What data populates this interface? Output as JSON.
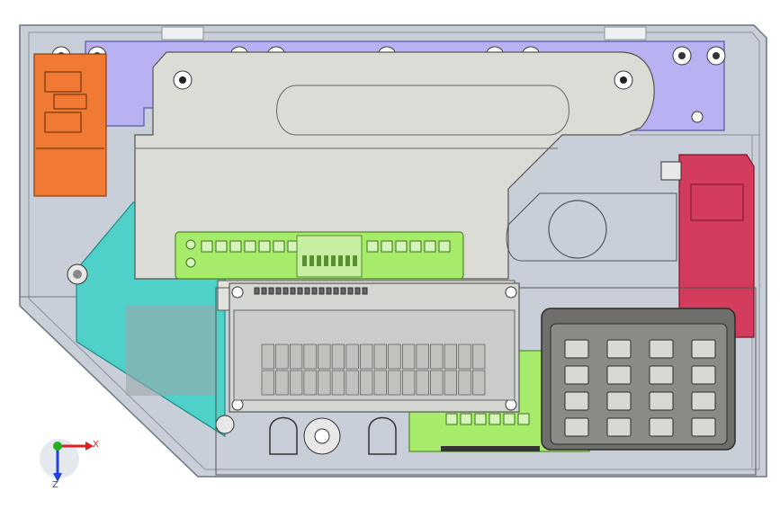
{
  "viewport": {
    "background": "#ffffff",
    "enclosure_fill": "#c9cfd9",
    "enclosure_stroke": "#6c7480"
  },
  "parts": {
    "top_rail_color": "#b9b2f2",
    "mount_plate_color": "#dcdcd6",
    "fuse_holder_color": "#f07a34",
    "fan_color": "#4fd0c8",
    "pcb_color": "#a6ec6a",
    "connector_color": "#d33c5c",
    "lcd_frame_color": "#d4d6d2",
    "lcd_screen_color": "#c9ccc8",
    "keypad_body_color": "#6e6f6a",
    "keypad_key_color": "#d8d8d4",
    "keypad_rows": 4,
    "keypad_cols": 4,
    "lcd_char_rows": 2,
    "lcd_char_cols": 16
  },
  "axis_triad": {
    "x_label": "X",
    "z_label": "Z",
    "x_color": "#e02020",
    "y_color": "#20b020",
    "z_color": "#2040e0"
  }
}
